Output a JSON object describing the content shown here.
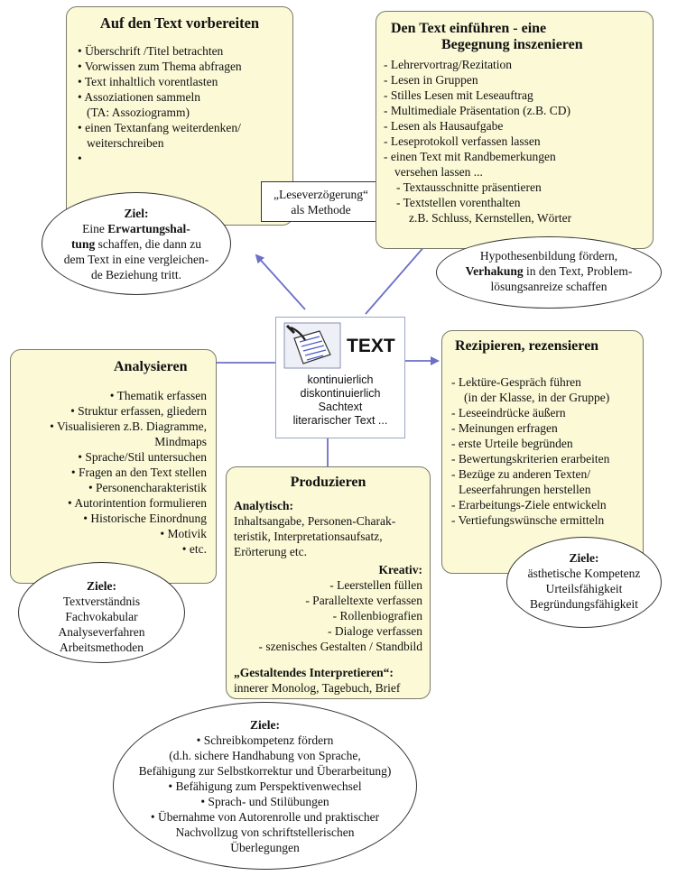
{
  "center": {
    "title": "TEXT",
    "lines": [
      "kontinuierlich",
      "diskontinuierlich",
      "Sachtext",
      "literarischer Text ..."
    ]
  },
  "vorbereiten": {
    "title": "Auf den Text vorbereiten",
    "items": [
      "• Überschrift /Titel betrachten",
      "• Vorwissen zum Thema abfragen",
      "• Text inhaltlich vorentlasten",
      "• Assoziationen sammeln",
      "(TA: Assoziogramm)",
      "• einen Textanfang weiterdenken/",
      "weiterschreiben",
      "•"
    ],
    "goal_label": "Ziel:",
    "goal_l1_a": "Eine ",
    "goal_l1_b": "Erwartungshal-",
    "goal_l2_a": "tung",
    "goal_l2_b": " schaffen, die dann zu",
    "goal_l3": "dem Text in eine vergleichen-",
    "goal_l4": "de Beziehung tritt."
  },
  "leseverz": {
    "line1": "„Leseverzögerung“",
    "line2": "als Methode"
  },
  "einfuehren": {
    "title_l1": "Den Text einführen -  eine",
    "title_l2": "Begegnung inszenieren",
    "items": [
      "- Lehrervortrag/Rezitation",
      "- Lesen in Gruppen",
      "- Stilles Lesen mit Leseauftrag",
      "- Multimediale Präsentation (z.B. CD)",
      "- Lesen als Hausaufgabe",
      "- Leseprotokoll verfassen lassen",
      "- einen Text mit Randbemerkungen",
      "versehen lassen ...",
      "- Textausschnitte präsentieren",
      "- Textstellen vorenthalten",
      "z.B. Schluss, Kernstellen, Wörter"
    ],
    "goal_l1": "Hypothesenbildung fördern,",
    "goal_l2_a": "Verhakung",
    "goal_l2_b": " in den Text, Problem-",
    "goal_l3": "lösungsanreize schaffen"
  },
  "analysieren": {
    "title": "Analysieren",
    "items": [
      "• Thematik erfassen",
      "• Struktur erfassen, gliedern",
      "• Visualisieren z.B. Diagramme,",
      "Mindmaps",
      "• Sprache/Stil untersuchen",
      "• Fragen an den Text stellen",
      "• Personencharakteristik",
      "• Autorintention formulieren",
      "• Historische Einordnung",
      "• Motivik",
      "• etc."
    ],
    "goal_label": "Ziele:",
    "goals": [
      "Textverständnis",
      "Fachvokabular",
      "Analyseverfahren",
      "Arbeitsmethoden"
    ]
  },
  "rezipieren": {
    "title": "Rezipieren, rezensieren",
    "items": [
      "- Lektüre-Gespräch führen",
      "(in der Klasse, in der Gruppe)",
      "- Leseeindrücke äußern",
      "- Meinungen erfragen",
      "- erste Urteile begründen",
      "- Bewertungskriterien erarbeiten",
      "- Bezüge zu anderen Texten/",
      "Leseerfahrungen herstellen",
      "- Erarbeitungs-Ziele entwickeln",
      "- Vertiefungswünsche ermitteln"
    ],
    "goal_label": "Ziele:",
    "goals": [
      "ästhetische Kompetenz",
      "Urteilsfähigkeit",
      "Begründungsfähigkeit"
    ]
  },
  "produzieren": {
    "title": "Produzieren",
    "analytisch_label": "Analytisch:",
    "analytisch_lines": [
      "Inhaltsangabe, Personen-Charak-",
      "teristik, Interpretationsaufsatz,",
      "Erörterung  etc."
    ],
    "kreativ_label": "Kreativ:",
    "kreativ_items": [
      "- Leerstellen füllen",
      "- Paralleltexte verfassen",
      "- Rollenbiografien",
      "- Dialoge verfassen",
      "- szenisches Gestalten  / Standbild"
    ],
    "gestalt_label": "„Gestaltendes Interpretieren“:",
    "gestalt_line": "innerer Monolog, Tagebuch, Brief",
    "goal_label": "Ziele:",
    "goals": [
      "• Schreibkompetenz fördern",
      "(d.h. sichere Handhabung von Sprache,",
      "Befähigung zur Selbstkorrektur und Überarbeitung)",
      "• Befähigung zum Perspektivenwechsel",
      "• Sprach- und Stilübungen",
      "• Übernahme von Autorenrolle und praktischer",
      "Nachvollzug von schriftstellerischen",
      "Überlegungen"
    ]
  },
  "colors": {
    "box_fill": "#fbf9d6",
    "arrow": "#6b6fc8"
  },
  "icons": {
    "center": "document-quill-icon"
  }
}
